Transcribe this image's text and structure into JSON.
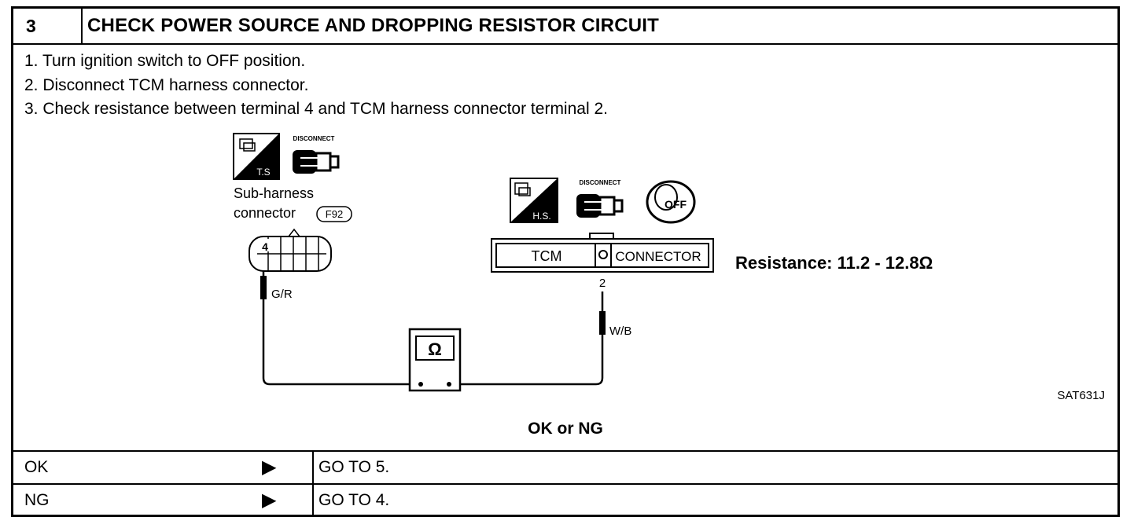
{
  "header": {
    "step_number": "3",
    "title": "CHECK POWER SOURCE AND DROPPING RESISTOR CIRCUIT"
  },
  "steps": [
    "1.  Turn ignition switch to OFF position.",
    "2.  Disconnect TCM harness connector.",
    "3.  Check resistance between terminal 4 and TCM harness connector terminal 2."
  ],
  "diagram": {
    "left_icon_ts": "T.S",
    "left_icon_disconnect": "DISCONNECT",
    "subharness_line1": "Sub-harness",
    "subharness_line2": "connector",
    "connector_id": "F92",
    "terminal_left": "4",
    "wire_left": "G/R",
    "right_icon_hs": "H.S.",
    "right_icon_disconnect": "DISCONNECT",
    "ignition_off": "OFF",
    "tcm_label": "TCM",
    "connector_label": "CONNECTOR",
    "terminal_right": "2",
    "wire_right": "W/B",
    "meter_symbol": "Ω",
    "resistance": "Resistance: 11.2 - 12.8Ω",
    "figure_id": "SAT631J"
  },
  "result_question": "OK or NG",
  "results": [
    {
      "label": "OK",
      "arrow": "▶",
      "action": "GO TO 5."
    },
    {
      "label": "NG",
      "arrow": "▶",
      "action": "GO TO 4."
    }
  ]
}
